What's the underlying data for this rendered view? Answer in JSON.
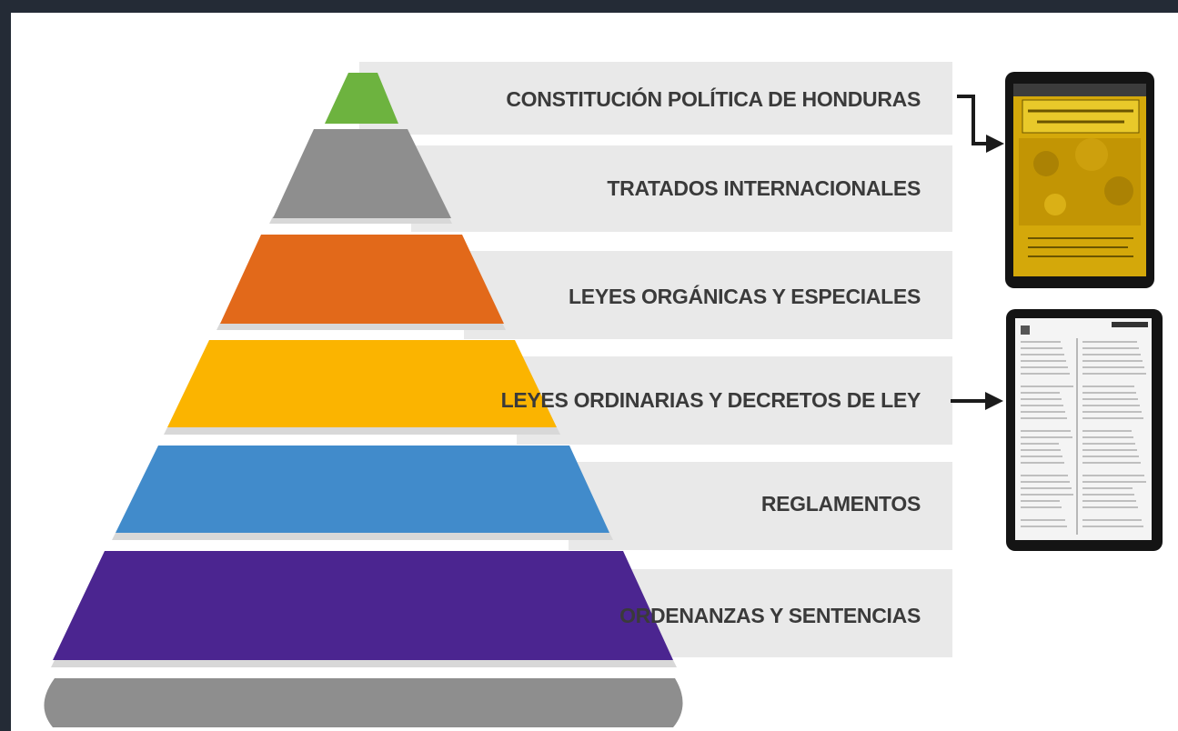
{
  "pyramid": {
    "levels": [
      {
        "label": "CONSTITUCIÓN POLÍTICA DE HONDURAS",
        "color": "#6db33f"
      },
      {
        "label": "TRATADOS INTERNACIONALES",
        "color": "#8e8e8e"
      },
      {
        "label": "LEYES ORGÁNICAS Y ESPECIALES",
        "color": "#e2691a"
      },
      {
        "label": "LEYES ORDINARIAS Y DECRETOS DE LEY",
        "color": "#fbb400"
      },
      {
        "label": "REGLAMENTOS",
        "color": "#418bcb"
      },
      {
        "label": "ORDENANZAS Y SENTENCIAS",
        "color": "#4b2590"
      }
    ],
    "base_color": "#8e8e8e",
    "band_background": "#e9e9e9"
  },
  "tablets": {
    "top": {
      "icon": "constitution-book-cover-icon",
      "cover_color": "#d4a80a"
    },
    "bottom": {
      "icon": "legal-document-page-icon"
    }
  }
}
